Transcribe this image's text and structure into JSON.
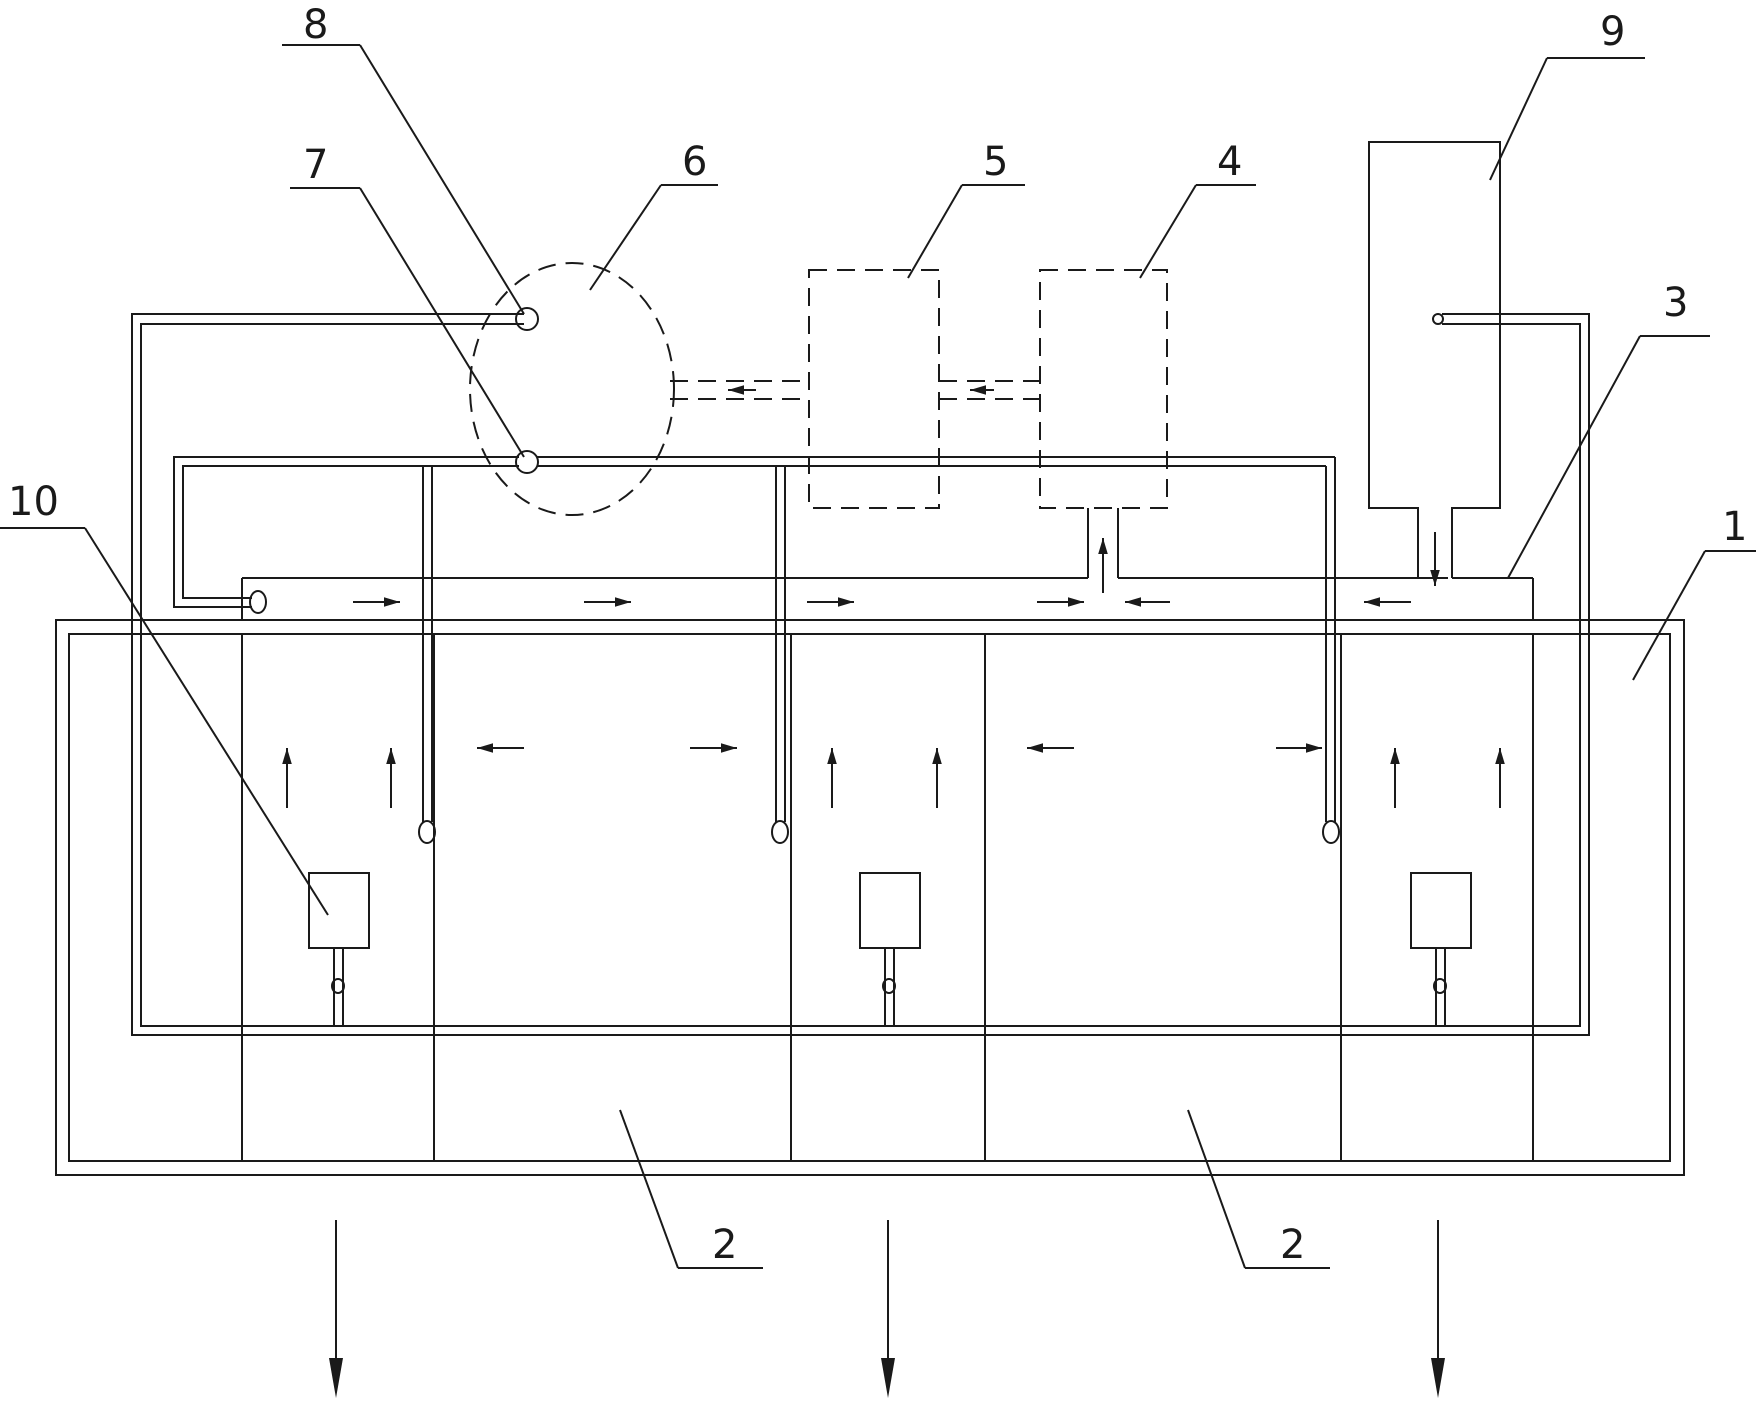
{
  "labels": {
    "n1": "1",
    "n2a": "2",
    "n2b": "2",
    "n3": "3",
    "n4": "4",
    "n5": "5",
    "n6": "6",
    "n7": "7",
    "n8": "8",
    "n9": "9",
    "n10": "10"
  },
  "components": [
    "1",
    "2",
    "3",
    "4",
    "5",
    "6",
    "7",
    "8",
    "9",
    "10"
  ]
}
